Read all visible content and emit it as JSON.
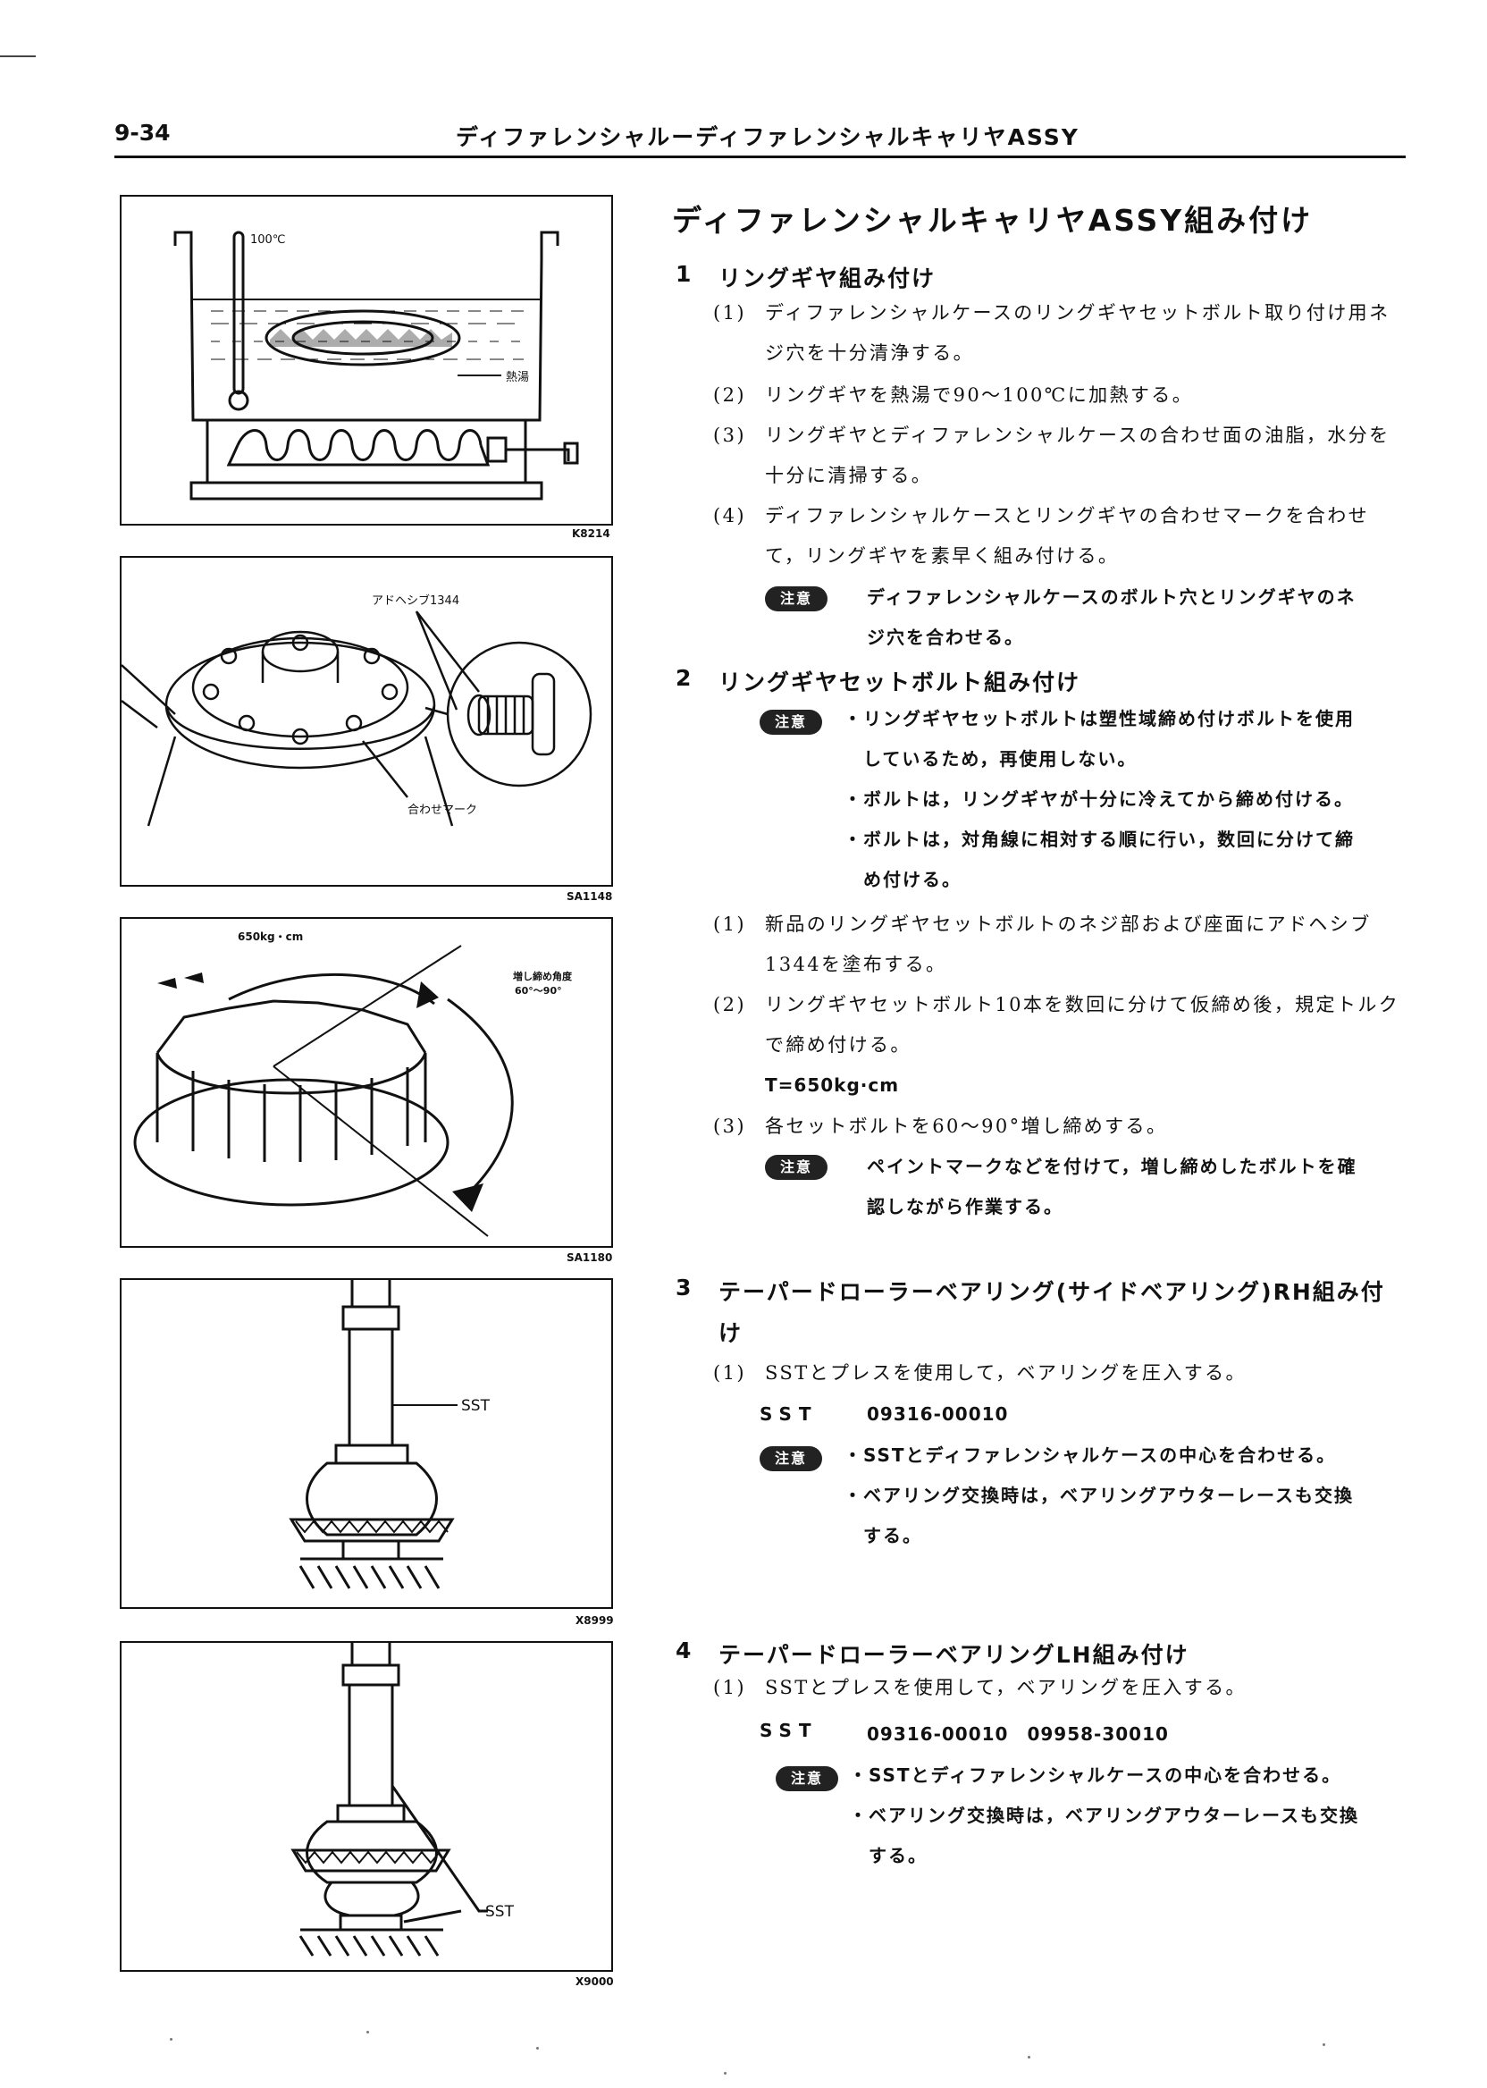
{
  "header": {
    "page_number": "9-34",
    "title": "ディファレンシャルーディファレンシャルキャリヤASSY"
  },
  "figures": [
    {
      "code": "K8214",
      "labels": {
        "temp": "100℃",
        "hot_water": "熱湯"
      }
    },
    {
      "code": "SA1148",
      "labels": {
        "adhesive": "アドヘシブ1344",
        "match_mark": "合わせマーク"
      }
    },
    {
      "code": "SA1180",
      "labels": {
        "torque": "650kg・cm",
        "angle_title": "増し締め角度",
        "angle": "60°～90°"
      }
    },
    {
      "code": "X8999",
      "labels": {
        "sst": "SST"
      }
    },
    {
      "code": "X9000",
      "labels": {
        "sst": "SST"
      }
    }
  ],
  "main_title": "ディファレンシャルキャリヤASSY組み付け",
  "steps": [
    {
      "num": "1",
      "title": "リングギヤ組み付け",
      "items": [
        {
          "num": "(1)",
          "text": "ディファレンシャルケースのリングギヤセットボルト取り付け用ネジ穴を十分清浄する。"
        },
        {
          "num": "(2)",
          "text": "リングギヤを熱湯で90～100℃に加熱する。"
        },
        {
          "num": "(3)",
          "text": "リングギヤとディファレンシャルケースの合わせ面の油脂，水分を十分に清掃する。"
        },
        {
          "num": "(4)",
          "text": "ディファレンシャルケースとリングギヤの合わせマークを合わせて，リングギヤを素早く組み付ける。"
        }
      ],
      "note": {
        "badge": "注意",
        "lines": [
          "ディファレンシャルケースのボルト穴とリングギヤのネ",
          "ジ穴を合わせる。"
        ]
      }
    },
    {
      "num": "2",
      "title": "リングギヤセットボルト組み付け",
      "note": {
        "badge": "注意",
        "lines": [
          "・リングギヤセットボルトは塑性域締め付けボルトを使用",
          "　しているため，再使用しない。",
          "・ボルトは，リングギヤが十分に冷えてから締め付ける。",
          "・ボルトは，対角線に相対する順に行い，数回に分けて締",
          "　め付ける。"
        ]
      },
      "items": [
        {
          "num": "(1)",
          "text": "新品のリングギヤセットボルトのネジ部および座面にアドヘシブ1344を塗布する。"
        },
        {
          "num": "(2)",
          "text": "リングギヤセットボルト10本を数回に分けて仮締め後，規定トルクで締め付ける。"
        },
        {
          "num": "(3)",
          "text": "各セットボルトを60～90°増し締めする。"
        }
      ],
      "torque": "T=650kg·cm",
      "note2": {
        "badge": "注意",
        "lines": [
          "ペイントマークなどを付けて，増し締めしたボルトを確",
          "認しながら作業する。"
        ]
      }
    },
    {
      "num": "3",
      "title_line1": "テーパードローラーベアリング(サイドベアリング)RH組み付",
      "title_line2": "け",
      "items": [
        {
          "num": "(1)",
          "text": "SSTとプレスを使用して，ベアリングを圧入する。"
        }
      ],
      "sst_label": "SST",
      "sst_numbers": "09316-00010",
      "note": {
        "badge": "注意",
        "lines": [
          "・SSTとディファレンシャルケースの中心を合わせる。",
          "・ベアリング交換時は，ベアリングアウターレースも交換",
          "　する。"
        ]
      }
    },
    {
      "num": "4",
      "title": "テーパードローラーベアリングLH組み付け",
      "items": [
        {
          "num": "(1)",
          "text": "SSTとプレスを使用して，ベアリングを圧入する。"
        }
      ],
      "sst_label": "SST",
      "sst_numbers": "09316-00010　09958-30010",
      "note": {
        "badge": "注意",
        "lines": [
          "・SSTとディファレンシャルケースの中心を合わせる。",
          "・ベアリング交換時は，ベアリングアウターレースも交換",
          "　する。"
        ]
      }
    }
  ]
}
